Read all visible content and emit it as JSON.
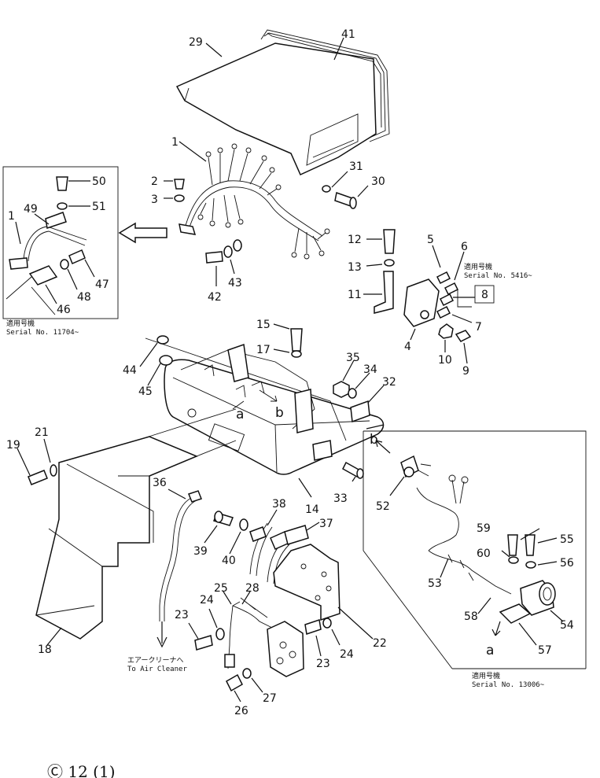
{
  "callouts": [
    {
      "id": "29",
      "text": "29"
    },
    {
      "id": "41",
      "text": "41"
    },
    {
      "id": "1",
      "text": "1"
    },
    {
      "id": "2",
      "text": "2"
    },
    {
      "id": "3",
      "text": "3"
    },
    {
      "id": "31",
      "text": "31"
    },
    {
      "id": "30",
      "text": "30"
    },
    {
      "id": "50",
      "text": "50"
    },
    {
      "id": "51",
      "text": "51"
    },
    {
      "id": "1b",
      "text": "1"
    },
    {
      "id": "49",
      "text": "49"
    },
    {
      "id": "47",
      "text": "47"
    },
    {
      "id": "48",
      "text": "48"
    },
    {
      "id": "46",
      "text": "46"
    },
    {
      "id": "12",
      "text": "12"
    },
    {
      "id": "5",
      "text": "5"
    },
    {
      "id": "6",
      "text": "6"
    },
    {
      "id": "13",
      "text": "13"
    },
    {
      "id": "11",
      "text": "11"
    },
    {
      "id": "8",
      "text": "8"
    },
    {
      "id": "7",
      "text": "7"
    },
    {
      "id": "4",
      "text": "4"
    },
    {
      "id": "10",
      "text": "10"
    },
    {
      "id": "9",
      "text": "9"
    },
    {
      "id": "42",
      "text": "42"
    },
    {
      "id": "43",
      "text": "43"
    },
    {
      "id": "15",
      "text": "15"
    },
    {
      "id": "17",
      "text": "17"
    },
    {
      "id": "44",
      "text": "44"
    },
    {
      "id": "45",
      "text": "45"
    },
    {
      "id": "35",
      "text": "35"
    },
    {
      "id": "34",
      "text": "34"
    },
    {
      "id": "32",
      "text": "32"
    },
    {
      "id": "21",
      "text": "21"
    },
    {
      "id": "19",
      "text": "19"
    },
    {
      "id": "36",
      "text": "36"
    },
    {
      "id": "33",
      "text": "33"
    },
    {
      "id": "14",
      "text": "14"
    },
    {
      "id": "38",
      "text": "38"
    },
    {
      "id": "37",
      "text": "37"
    },
    {
      "id": "39",
      "text": "39"
    },
    {
      "id": "40",
      "text": "40"
    },
    {
      "id": "18",
      "text": "18"
    },
    {
      "id": "25",
      "text": "25"
    },
    {
      "id": "28",
      "text": "28"
    },
    {
      "id": "23",
      "text": "23"
    },
    {
      "id": "24",
      "text": "24"
    },
    {
      "id": "22",
      "text": "22"
    },
    {
      "id": "23b",
      "text": "23"
    },
    {
      "id": "24b",
      "text": "24"
    },
    {
      "id": "27",
      "text": "27"
    },
    {
      "id": "26",
      "text": "26"
    },
    {
      "id": "52",
      "text": "52"
    },
    {
      "id": "59",
      "text": "59"
    },
    {
      "id": "55",
      "text": "55"
    },
    {
      "id": "60",
      "text": "60"
    },
    {
      "id": "56",
      "text": "56"
    },
    {
      "id": "53",
      "text": "53"
    },
    {
      "id": "58",
      "text": "58"
    },
    {
      "id": "54",
      "text": "54"
    },
    {
      "id": "57",
      "text": "57"
    }
  ],
  "view_markers": {
    "a1": "a",
    "b1": "b",
    "b2": "b",
    "a2": "a"
  },
  "notes": {
    "serial_5416_jp": "適用号機",
    "serial_5416": "Serial No. 5416~",
    "serial_11704_jp": "適用号機",
    "serial_11704": "Serial No. 11704~",
    "serial_13006_jp": "適用号機",
    "serial_13006": "Serial No. 13006~",
    "air_cleaner_jp": "エアークリーナへ",
    "air_cleaner": "To Air Cleaner"
  },
  "page_mark": "Ⓒ 12 (1)"
}
